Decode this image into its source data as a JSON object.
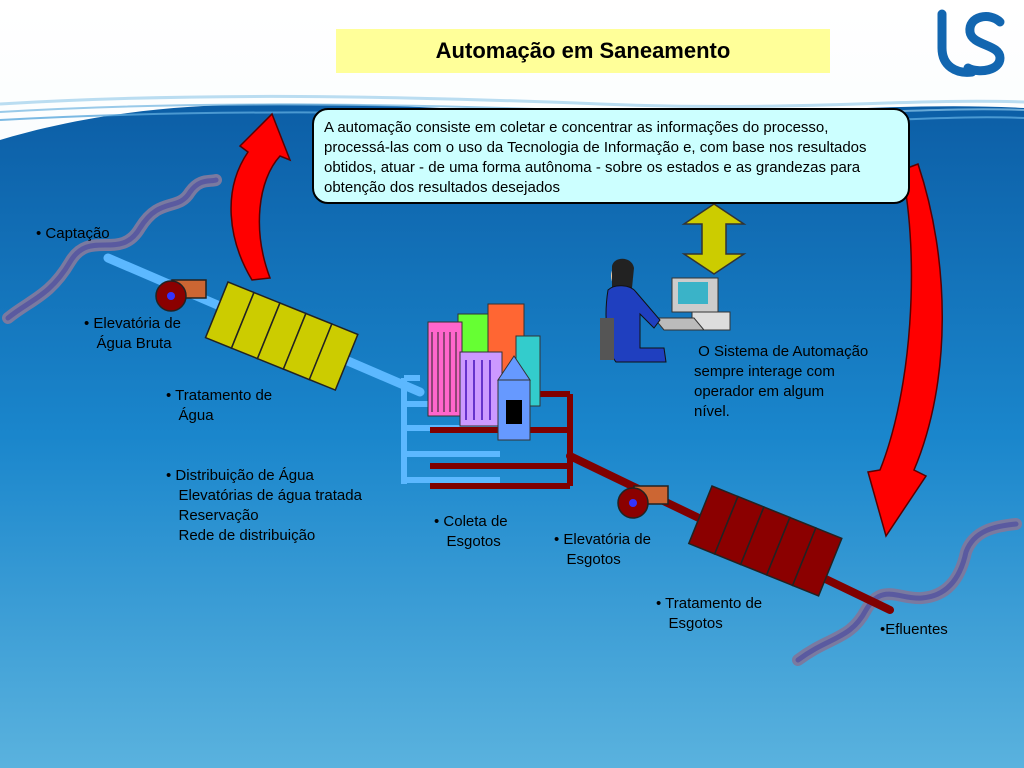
{
  "title": "Automação em Saneamento",
  "description": "A automação consiste em coletar e concentrar as informações do processo, processá-las com o uso da Tecnologia de Informação e, com base nos resultados obtidos, atuar - de uma forma autônoma - sobre os estados e as grandezas para obtenção dos resultados desejados",
  "labels": {
    "captacao": "• Captação",
    "elevatoria_agua_bruta": "• Elevatória de\n   Água Bruta",
    "tratamento_agua": "• Tratamento de\n   Água",
    "distribuicao": "• Distribuição de Água\n   Elevatórias de água tratada\n   Reservação\n   Rede de distribuição",
    "coleta_esgotos": "• Coleta de\n   Esgotos",
    "elevatoria_esgotos": "• Elevatória de\n   Esgotos",
    "tratamento_esgotos": "• Tratamento de\n   Esgotos",
    "efluentes": "•Efluentes",
    "sistema_automacao": " O Sistema de Automação\nsempre interage com\noperador em algum\nnível."
  },
  "colors": {
    "background_top": "#ffffff",
    "background_water": "#1a8ad4",
    "title_bg": "#ffff99",
    "info_bg": "#ccffff",
    "water_pipe": "#5cb8ff",
    "sewer_pipe": "#800000",
    "water_treatment": "#cccc00",
    "sewer_treatment": "#8b0000",
    "arrow_red": "#ff0000",
    "double_arrow": "#cccc00",
    "river": "#7a7aa0"
  },
  "icons": [
    "logo-icon",
    "pump-icon",
    "city-buildings-icon",
    "operator-computer-icon",
    "double-arrow-icon",
    "curved-arrow-icon"
  ]
}
